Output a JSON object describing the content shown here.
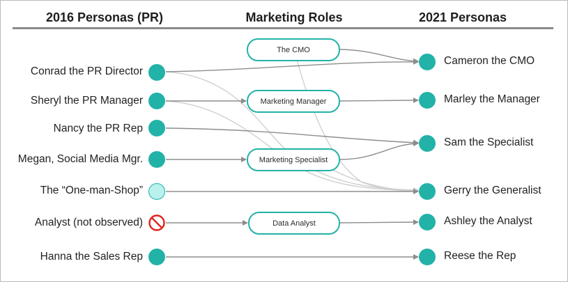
{
  "headers": {
    "col_2016": "2016 Personas (PR)",
    "col_roles": "Marketing Roles",
    "col_2021": "2021 Personas"
  },
  "personas_2016": [
    {
      "label": "Conrad the PR Director",
      "style": "filled"
    },
    {
      "label": "Sheryl the PR Manager",
      "style": "filled"
    },
    {
      "label": "Nancy the PR Rep",
      "style": "filled"
    },
    {
      "label": "Megan, Social Media Mgr.",
      "style": "filled"
    },
    {
      "label": "The “One-man-Shop”",
      "style": "light"
    },
    {
      "label": "Analyst (not observed)",
      "style": "not-observed"
    },
    {
      "label": "Hanna the Sales Rep",
      "style": "filled"
    }
  ],
  "roles": [
    {
      "label": "The CMO"
    },
    {
      "label": "Marketing Manager"
    },
    {
      "label": "Marketing Specialist"
    },
    {
      "label": "Data Analyst"
    }
  ],
  "personas_2021": [
    {
      "label": "Cameron the CMO"
    },
    {
      "label": "Marley the Manager"
    },
    {
      "label": "Sam the Specialist"
    },
    {
      "label": "Gerry the Generalist"
    },
    {
      "label": "Ashley the Analyst"
    },
    {
      "label": "Reese the Rep"
    }
  ],
  "connections": [
    {
      "from": "Conrad the PR Director",
      "to": "Cameron the CMO",
      "strength": "strong"
    },
    {
      "from": "Conrad the PR Director",
      "to": "Gerry the Generalist",
      "strength": "faint"
    },
    {
      "from": "Sheryl the PR Manager",
      "to": "Marketing Manager",
      "strength": "strong"
    },
    {
      "from": "Sheryl the PR Manager",
      "to": "Gerry the Generalist",
      "strength": "faint"
    },
    {
      "from": "Nancy the PR Rep",
      "to": "Sam the Specialist",
      "strength": "strong"
    },
    {
      "from": "Megan, Social Media Mgr.",
      "to": "Marketing Specialist",
      "strength": "strong"
    },
    {
      "from": "The “One-man-Shop”",
      "to": "Gerry the Generalist",
      "strength": "strong"
    },
    {
      "from": "Analyst (not observed)",
      "to": "Data Analyst",
      "strength": "strong"
    },
    {
      "from": "Hanna the Sales Rep",
      "to": "Reese the Rep",
      "strength": "strong"
    },
    {
      "from": "The CMO",
      "to": "Cameron the CMO",
      "strength": "strong"
    },
    {
      "from": "The CMO",
      "to": "Gerry the Generalist",
      "strength": "faint"
    },
    {
      "from": "Marketing Manager",
      "to": "Marley the Manager",
      "strength": "strong"
    },
    {
      "from": "Marketing Specialist",
      "to": "Sam the Specialist",
      "strength": "strong"
    },
    {
      "from": "Marketing Specialist",
      "to": "Gerry the Generalist",
      "strength": "faint"
    },
    {
      "from": "Data Analyst",
      "to": "Ashley the Analyst",
      "strength": "strong"
    }
  ],
  "colors": {
    "node": "#22b2a8",
    "node_light": "#b9f1ec",
    "edge_strong": "#8d8d8d",
    "edge_faint": "#cfcfcf",
    "not_observed": "#e0201b"
  }
}
